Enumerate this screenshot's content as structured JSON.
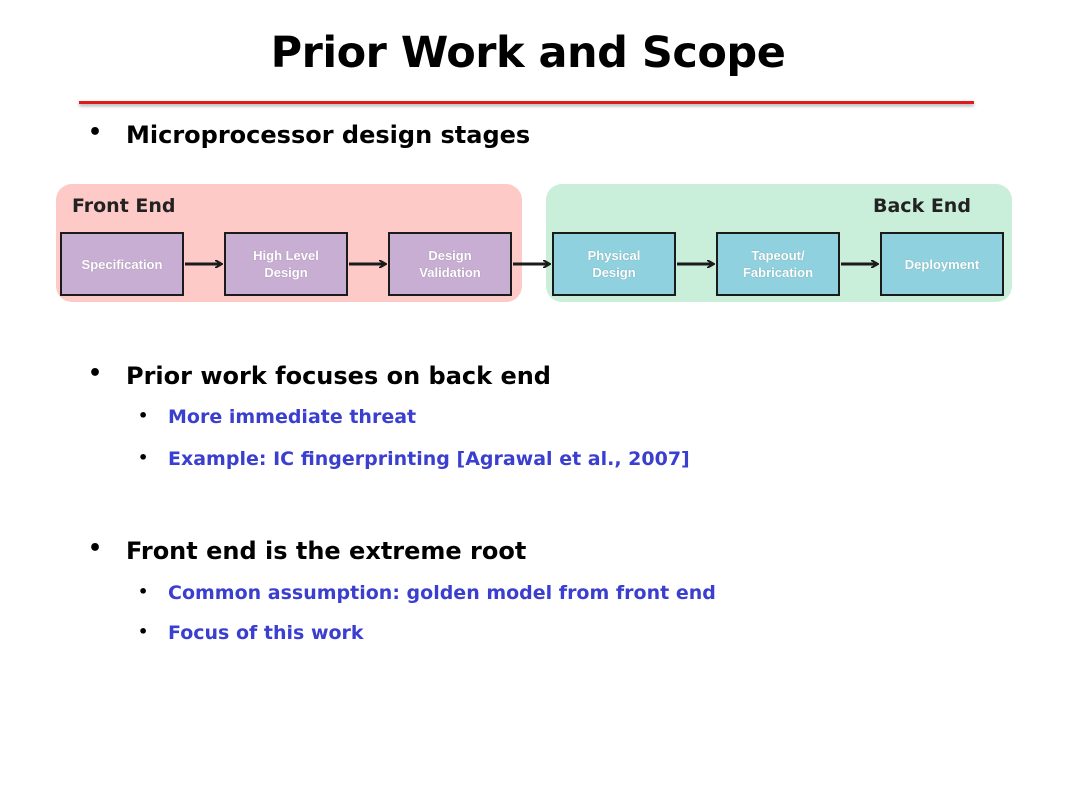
{
  "slide": {
    "title": "Prior Work and Scope",
    "bullets": {
      "b1": "Microprocessor design stages",
      "b2": "Prior work focuses on back end",
      "b2_sub1": "More immediate threat",
      "b2_sub2": "Example: IC fingerprinting [Agrawal et al., 2007]",
      "b3": "Front end is the extreme root",
      "b3_sub1": "Common assumption: golden model from front end",
      "b3_sub2": "Focus of this work"
    },
    "diagram": {
      "front_label": "Front End",
      "back_label": "Back End",
      "stages": [
        "Specification",
        "High Level\nDesign",
        "Design\nValidation",
        "Physical\nDesign",
        "Tapeout/\nFabrication",
        "Deployment"
      ]
    },
    "colors": {
      "title_rule": "#e0191b",
      "front_panel": "#fdcac8",
      "back_panel": "#c9eed9",
      "front_stage": "#c9aed4",
      "back_stage": "#8fd1de",
      "sub_bullet_text": "#3b3fcf"
    }
  }
}
